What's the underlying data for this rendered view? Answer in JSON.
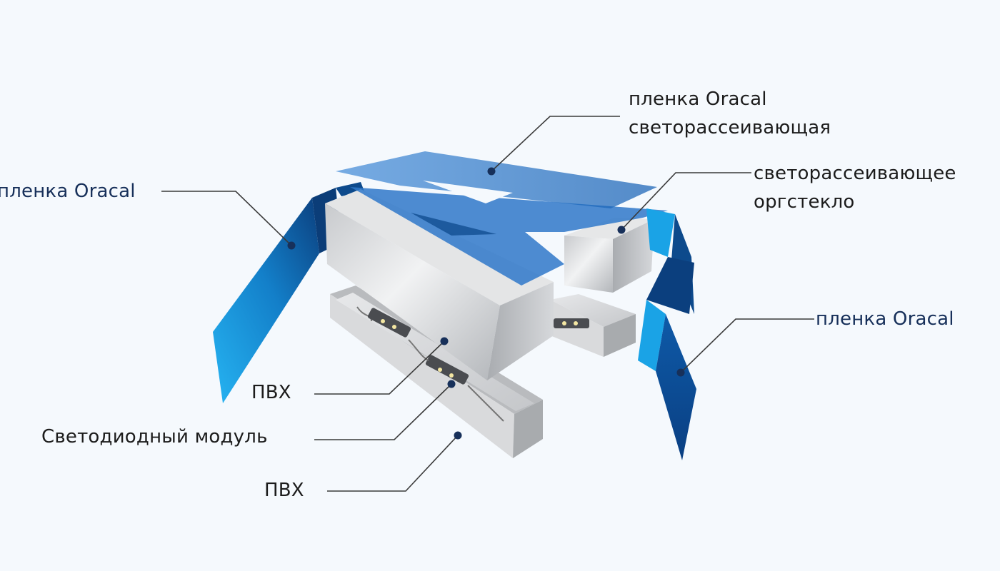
{
  "labels": {
    "film_top_line1": "пленка Oracal",
    "film_top_line2": "светорассеивающая",
    "film_left": "пленка Oracal",
    "acrylic_line1": "светорассеивающее",
    "acrylic_line2": "оргстекло",
    "film_right": "пленка Oracal",
    "pvc_upper": "ПВХ",
    "led_module": "Светодиодный модуль",
    "pvc_lower": "ПВХ"
  },
  "colors": {
    "background": "#f5f9fd",
    "film_blue_light": "#1aa3e6",
    "film_blue_dark": "#0d4a8c",
    "leader_line": "#3a3a3a",
    "label_dark": "#1c1c1c",
    "label_navy": "#17305a"
  }
}
